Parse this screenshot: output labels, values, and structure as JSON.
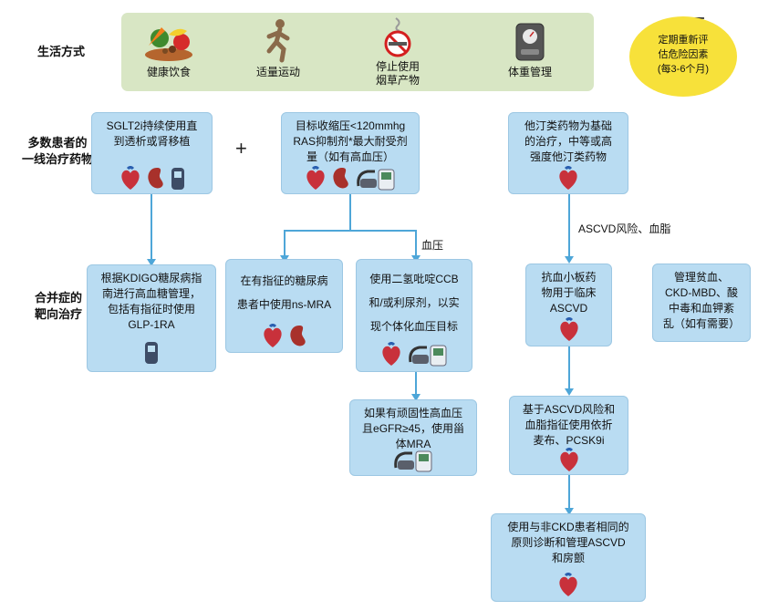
{
  "row_labels": {
    "lifestyle": "生活方式",
    "first_line": "多数患者的\n一线治疗药物",
    "targeted": "合并症的\n靶向治疗"
  },
  "lifestyle_items": [
    {
      "label": "健康饮食",
      "icon": "healthy-food-icon"
    },
    {
      "label": "适量运动",
      "icon": "running-person-icon"
    },
    {
      "label": "停止使用\n烟草产物",
      "icon": "no-smoking-icon"
    },
    {
      "label": "体重管理",
      "icon": "weight-scale-icon"
    }
  ],
  "reassess": "定期重新评\n估危险因素\n(每3-6个月)",
  "plus": "+",
  "boxes": {
    "sglt2": "SGLT2i持续使用直\n到透析或肾移植",
    "bp_target": "目标收缩压<120mmhg\nRAS抑制剂*最大耐受剂\n量（如有高血压）",
    "statin": "他汀类药物为基础\n的治疗，中等或高\n强度他汀类药物",
    "kdigo": "根据KDIGO糖尿病指\n南进行高血糖管理，\n包括有指征时使用\nGLP-1RA",
    "ns_mra": "在有指征的糖尿病\n患者中使用ns-MRA",
    "ccb": "使用二氢吡啶CCB\n和/或利尿剂，以实\n现个体化血压目标",
    "resistant": "如果有顽固性高血压\n且eGFR≥45，使用甾\n体MRA",
    "antiplatelet": "抗血小板药\n物用于临床\nASCVD",
    "anemia": "管理贫血、\nCKD-MBD、酸\n中毒和血钾紊\n乱（如有需要）",
    "ezetimibe": "基于ASCVD风险和\n血脂指征使用依折\n麦布、PCSK9i",
    "non_ckd": "使用与非CKD患者相同的\n原则诊断和管理ASCVD\n和房颤"
  },
  "edge_labels": {
    "bp": "血压",
    "ascvd": "ASCVD风险、血脂"
  },
  "colors": {
    "box_fill": "#b9dcf2",
    "connector": "#4ea6d8",
    "lifestyle_fill": "#d8e6c4",
    "reassess_fill": "#f7e13a"
  }
}
